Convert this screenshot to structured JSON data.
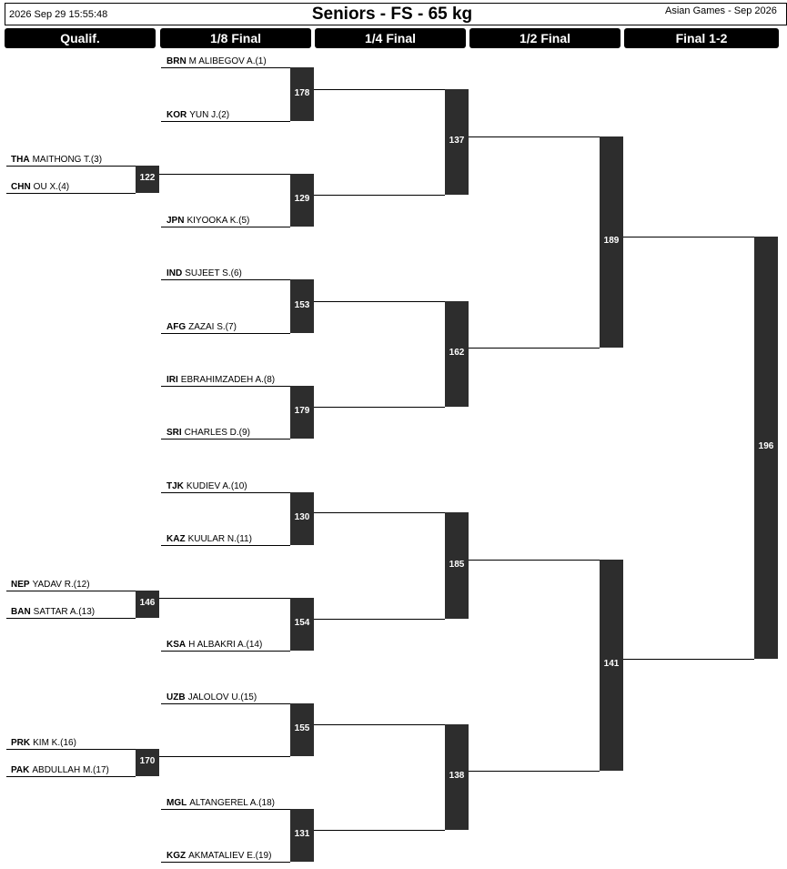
{
  "header": {
    "datetime": "2026 Sep 29 15:55:48",
    "title": "Seniors - FS - 65 kg",
    "event": "Asian Games - Sep 2026"
  },
  "rounds": [
    "Qualif.",
    "1/8 Final",
    "1/4 Final",
    "1/2 Final",
    "Final 1-2"
  ],
  "colors": {
    "header_bg": "#000000",
    "match_box": "#2d2d2d",
    "text": "#000000"
  },
  "wrestlers": [
    {
      "code": "BRN",
      "name": "M ALIBEGOV A.(1)"
    },
    {
      "code": "KOR",
      "name": "YUN J.(2)"
    },
    {
      "code": "THA",
      "name": "MAITHONG T.(3)"
    },
    {
      "code": "CHN",
      "name": "OU X.(4)"
    },
    {
      "code": "JPN",
      "name": "KIYOOKA K.(5)"
    },
    {
      "code": "IND",
      "name": "SUJEET S.(6)"
    },
    {
      "code": "AFG",
      "name": "ZAZAI S.(7)"
    },
    {
      "code": "IRI",
      "name": "EBRAHIMZADEH A.(8)"
    },
    {
      "code": "SRI",
      "name": "CHARLES D.(9)"
    },
    {
      "code": "TJK",
      "name": "KUDIEV A.(10)"
    },
    {
      "code": "KAZ",
      "name": "KUULAR N.(11)"
    },
    {
      "code": "NEP",
      "name": "YADAV R.(12)"
    },
    {
      "code": "BAN",
      "name": "SATTAR A.(13)"
    },
    {
      "code": "KSA",
      "name": "H ALBAKRI A.(14)"
    },
    {
      "code": "UZB",
      "name": "JALOLOV U.(15)"
    },
    {
      "code": "PRK",
      "name": "KIM K.(16)"
    },
    {
      "code": "PAK",
      "name": "ABDULLAH M.(17)"
    },
    {
      "code": "MGL",
      "name": "ALTANGEREL A.(18)"
    },
    {
      "code": "KGZ",
      "name": "AKMATALIEV E.(19)"
    }
  ],
  "matches": [
    "122",
    "146",
    "170",
    "178",
    "129",
    "153",
    "179",
    "130",
    "154",
    "155",
    "131",
    "137",
    "162",
    "185",
    "138",
    "189",
    "141",
    "196"
  ]
}
